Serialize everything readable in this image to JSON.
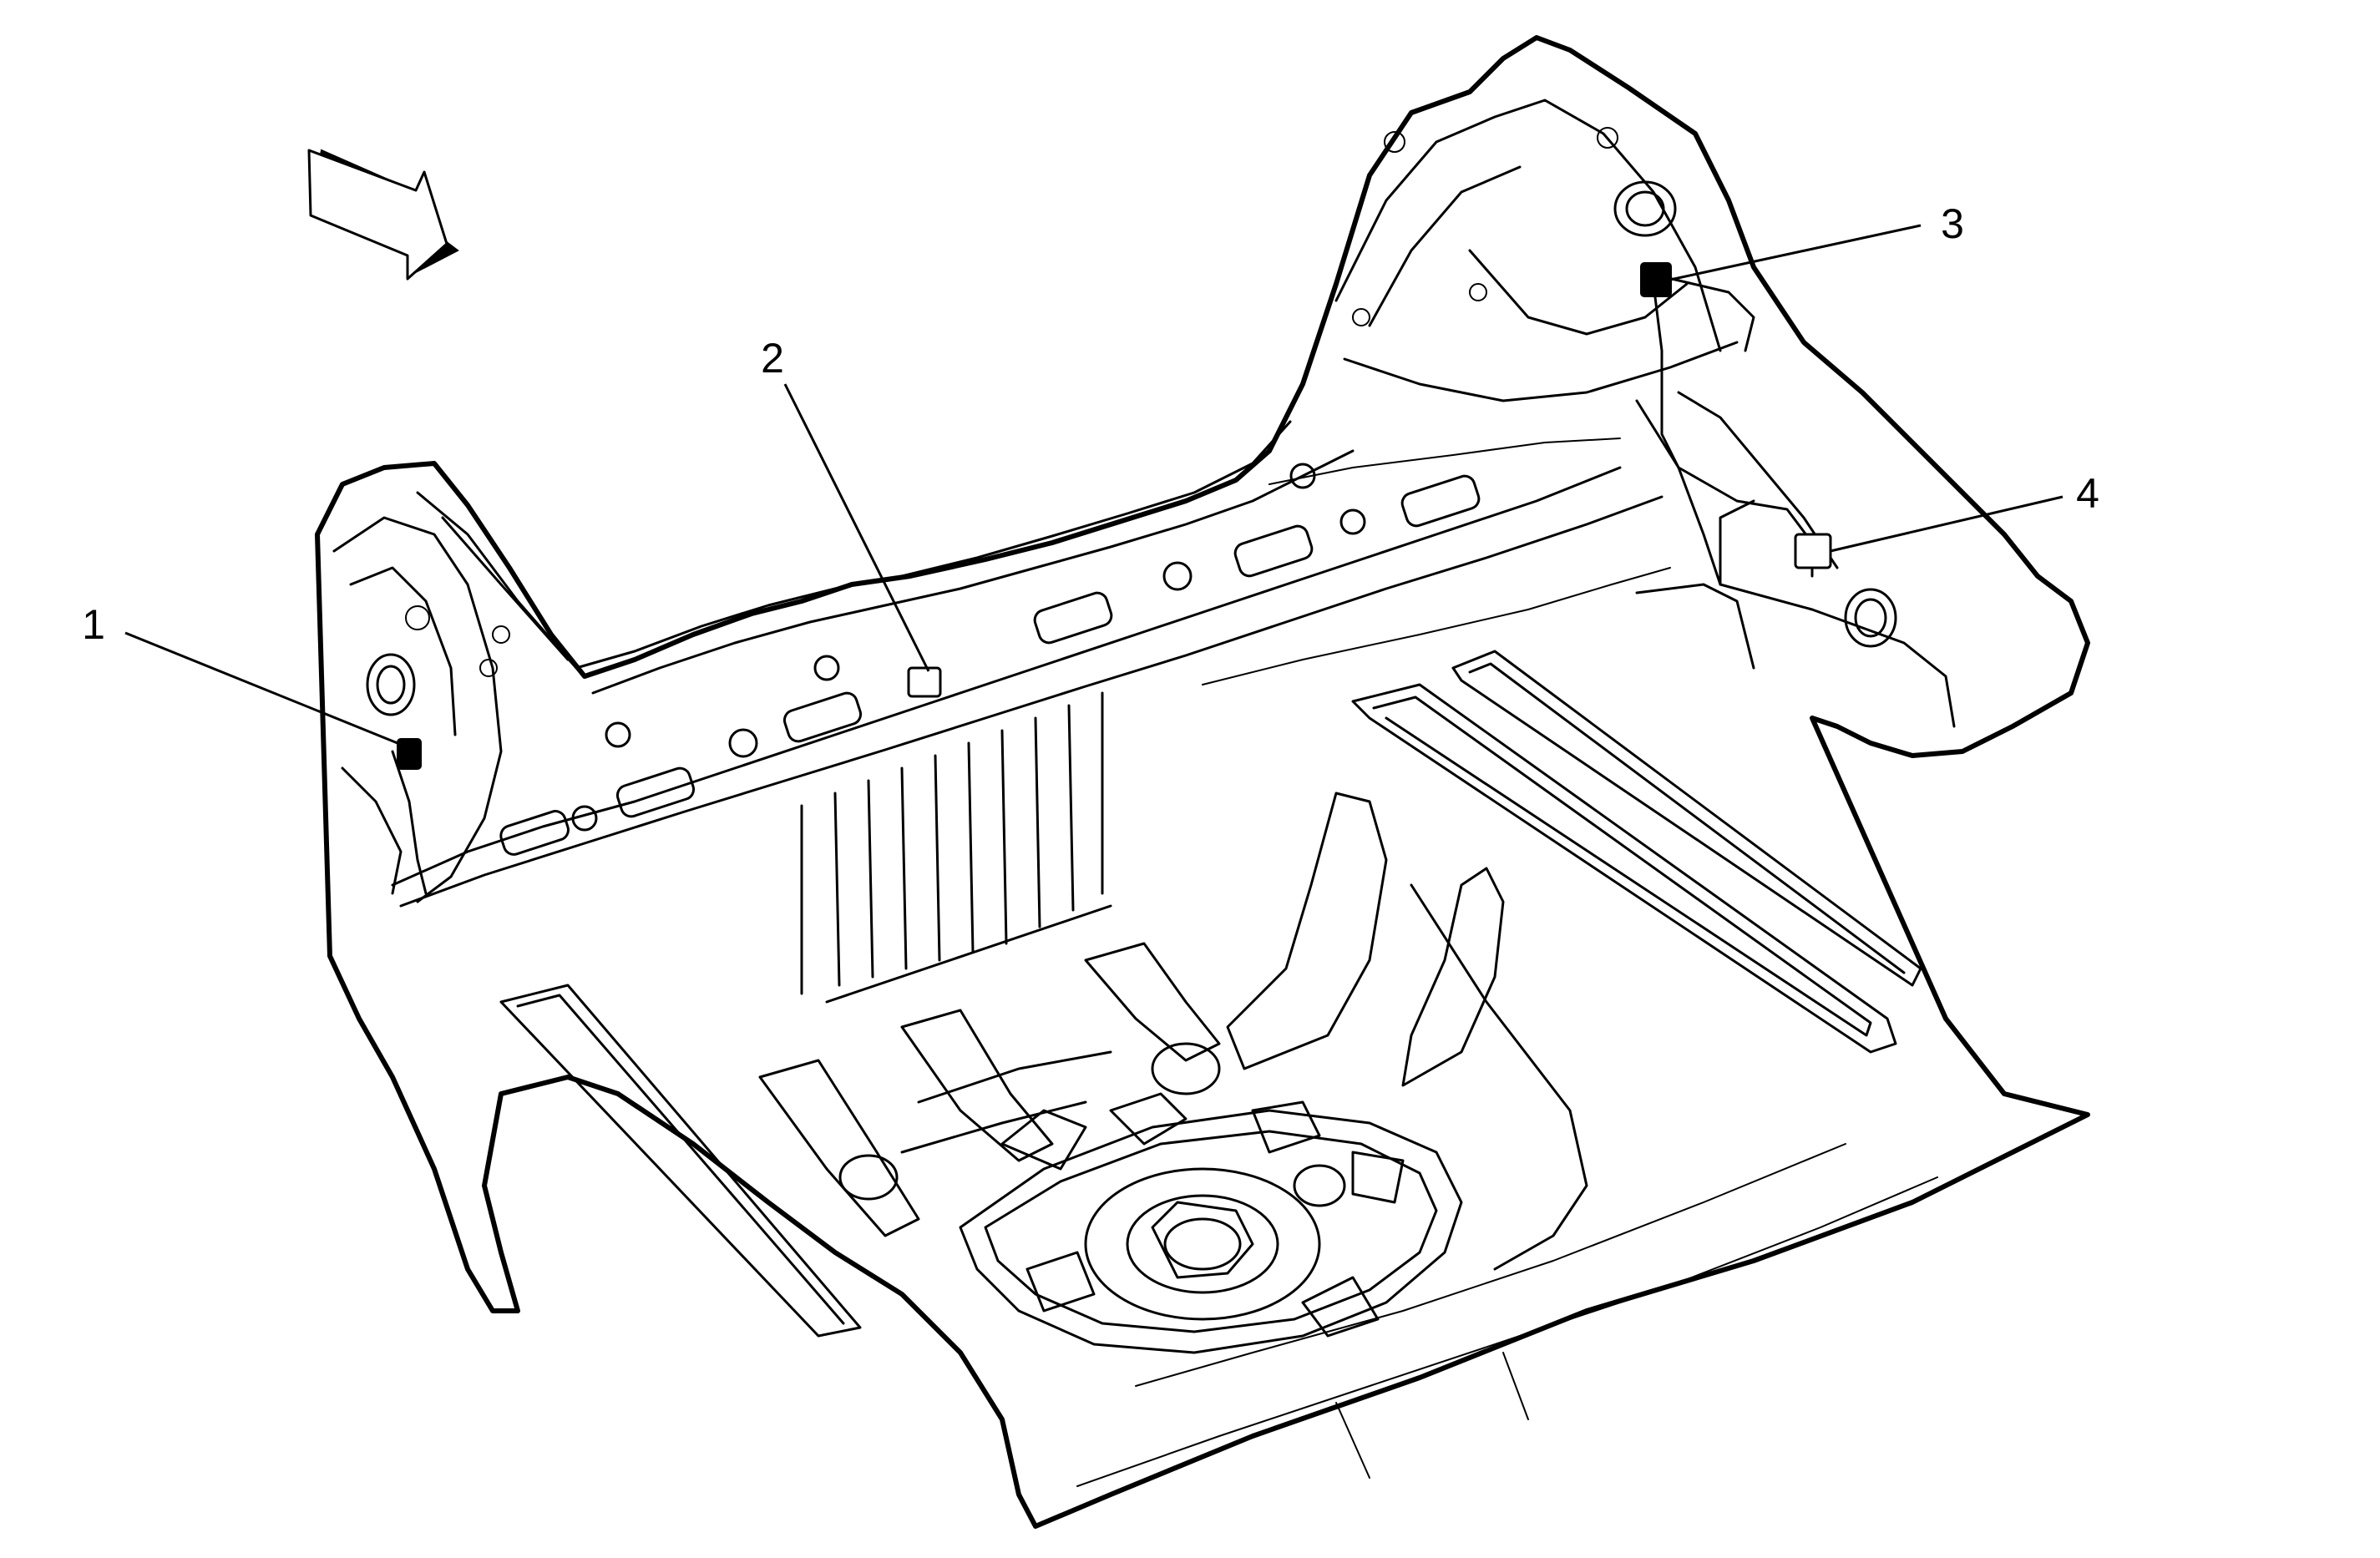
{
  "callouts": [
    {
      "id": "1",
      "label": "1",
      "part": "connector-1"
    },
    {
      "id": "2",
      "label": "2",
      "part": "connector-2"
    },
    {
      "id": "3",
      "label": "3",
      "part": "connector-3"
    },
    {
      "id": "4",
      "label": "4",
      "part": "connector-4"
    }
  ],
  "colors": {
    "line": "#000000",
    "background": "#ffffff"
  },
  "icons": {
    "direction": "front-direction-arrow-icon"
  }
}
